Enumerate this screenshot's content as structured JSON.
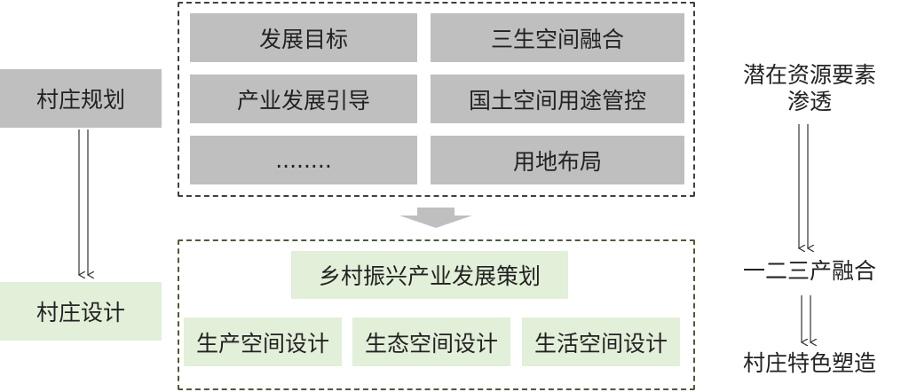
{
  "left": {
    "village_planning": "村庄规划",
    "village_design": "村庄设计"
  },
  "top_panel": {
    "items": [
      "发展目标",
      "三生空间融合",
      "产业发展引导",
      "国土空间用途管控",
      "........",
      "用地布局"
    ]
  },
  "bottom_panel": {
    "title": "乡村振兴产业发展策划",
    "items": [
      "生产空间设计",
      "生态空间设计",
      "生活空间设计"
    ]
  },
  "right": {
    "step1_line1": "潜在资源要素",
    "step1_line2": "渗透",
    "step2": "一二三产融合",
    "step3": "村庄特色塑造"
  },
  "colors": {
    "gray_box": "#bfbfbf",
    "green_box": "#e2efd9",
    "top_border": "#404040",
    "bottom_border": "#4f5a3a"
  }
}
